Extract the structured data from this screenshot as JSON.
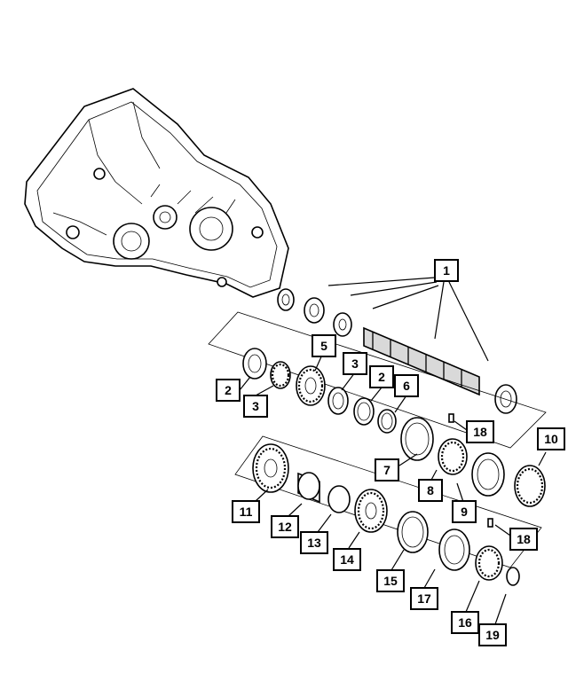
{
  "callouts": [
    {
      "id": "c1",
      "label": "1"
    },
    {
      "id": "c2a",
      "label": "2"
    },
    {
      "id": "c2b",
      "label": "2"
    },
    {
      "id": "c3a",
      "label": "3"
    },
    {
      "id": "c3b",
      "label": "3"
    },
    {
      "id": "c5",
      "label": "5"
    },
    {
      "id": "c6",
      "label": "6"
    },
    {
      "id": "c7",
      "label": "7"
    },
    {
      "id": "c8",
      "label": "8"
    },
    {
      "id": "c9",
      "label": "9"
    },
    {
      "id": "c10",
      "label": "10"
    },
    {
      "id": "c11",
      "label": "11"
    },
    {
      "id": "c12",
      "label": "12"
    },
    {
      "id": "c13",
      "label": "13"
    },
    {
      "id": "c14",
      "label": "14"
    },
    {
      "id": "c15",
      "label": "15"
    },
    {
      "id": "c16",
      "label": "16"
    },
    {
      "id": "c17",
      "label": "17"
    },
    {
      "id": "c18a",
      "label": "18"
    },
    {
      "id": "c18b",
      "label": "18"
    },
    {
      "id": "c19",
      "label": "19"
    }
  ]
}
